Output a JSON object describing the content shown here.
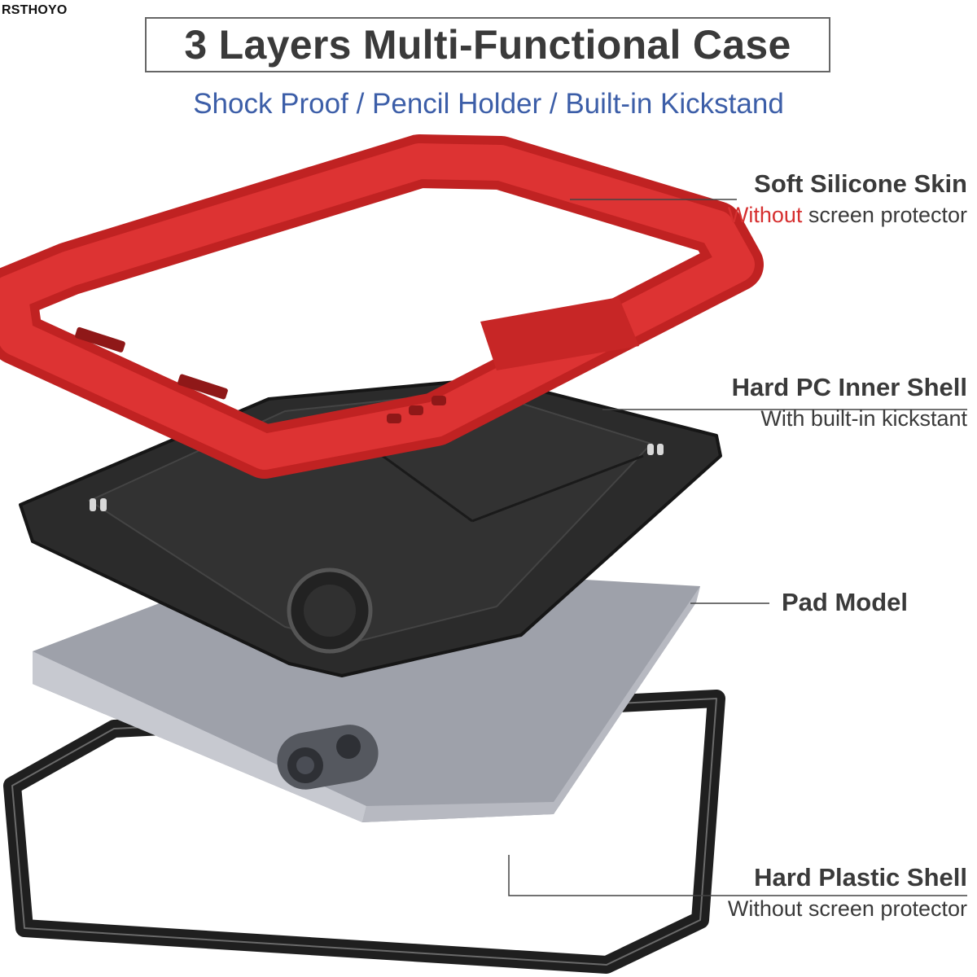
{
  "brand": "RSTHOYO",
  "title": "3 Layers Multi-Functional Case",
  "subtitle": "Shock Proof / Pencil Holder / Built-in Kickstand",
  "layers": [
    {
      "title": "Soft Silicone Skin",
      "sub_highlight": "Without",
      "sub_rest": " screen protector"
    },
    {
      "title": "Hard PC Inner Shell",
      "sub": "With built-in kickstant"
    },
    {
      "title": "Pad Model"
    },
    {
      "title": "Hard Plastic Shell",
      "sub": "Without screen protector"
    }
  ],
  "colors": {
    "title_text": "#3a3a3a",
    "subtitle_blue": "#3c5ea8",
    "silicone_red": "#d42b2b",
    "highlight_red": "#d63030",
    "inner_shell_black": "#2b2b2b",
    "pad_gray": "#9fa2ab"
  },
  "icons": [
    "camera-module-icon"
  ]
}
